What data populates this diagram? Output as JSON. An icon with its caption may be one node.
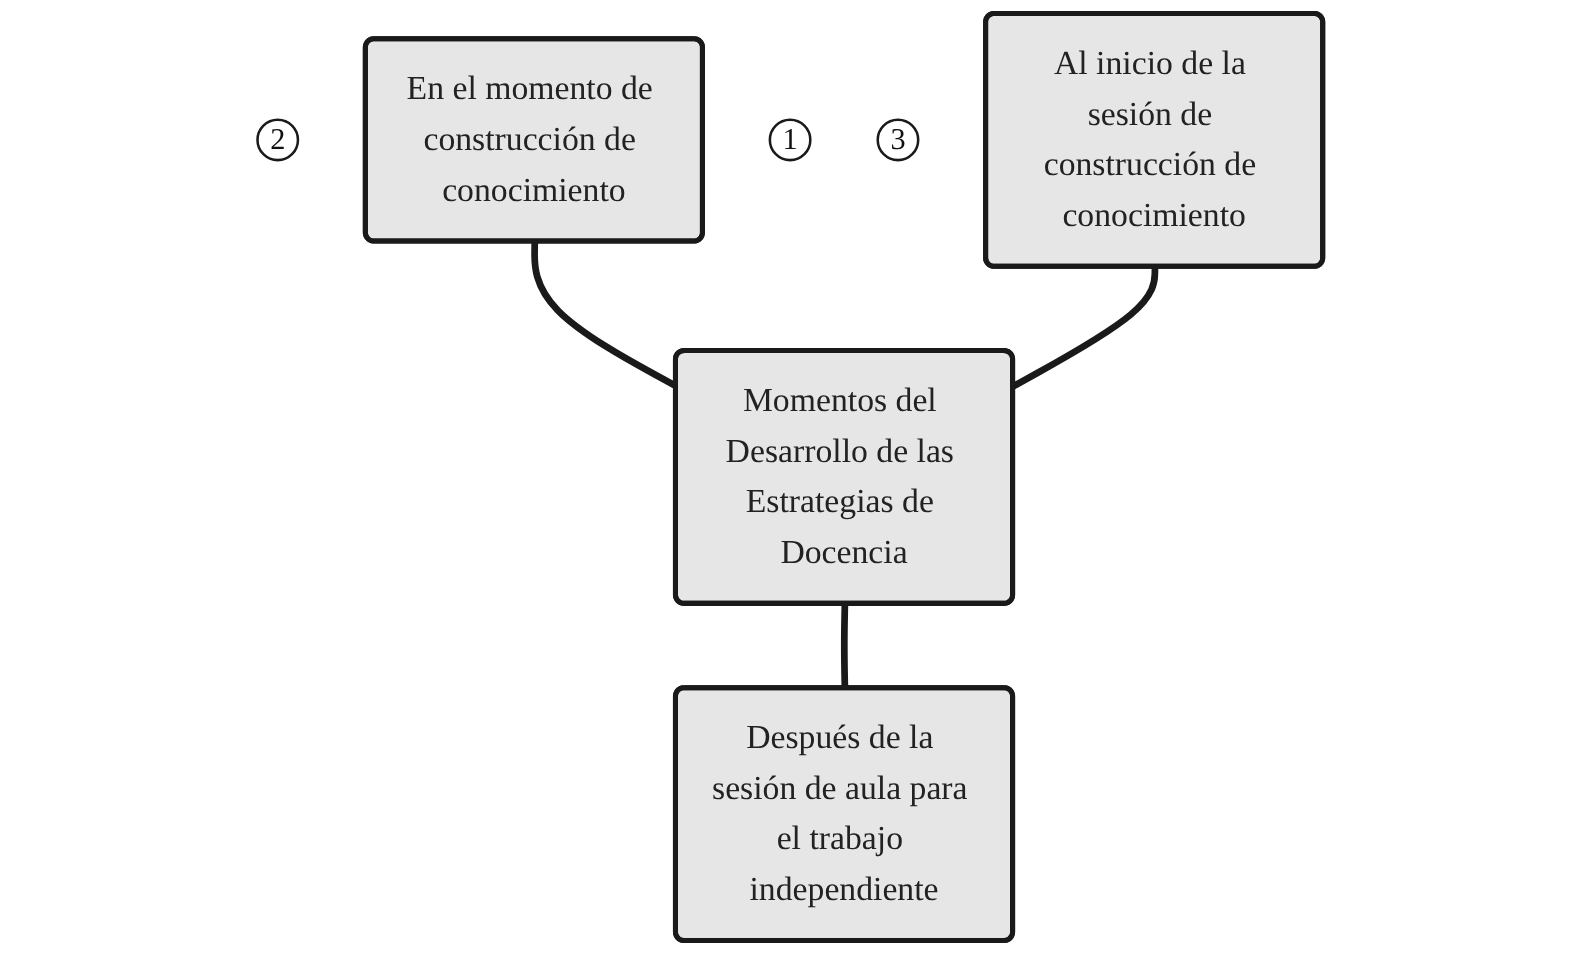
{
  "diagram": {
    "nodes": [
      {
        "text": [
          "2"
        ]
      },
      {
        "text": [
          "En el momento de construcción de conocimiento"
        ]
      },
      {
        "text": [
          "1"
        ]
      },
      {
        "text": [
          "3"
        ]
      },
      {
        "text": [
          "Al inicio de la sesión de construcción de conocimiento"
        ]
      },
      {
        "text": [
          "Momentos del Desarrollo de las Estrategias de Docencia"
        ]
      },
      {
        "text": [
          "Después de la sesión de aula para el trabajo independiente"
        ]
      }
    ],
    "edges": [
      {
        "from": 1,
        "to": 5,
        "arrow": "none"
      },
      {
        "from": 4,
        "to": 5,
        "arrow": "none"
      },
      {
        "from": 5,
        "to": 6,
        "arrow": "none"
      }
    ]
  }
}
